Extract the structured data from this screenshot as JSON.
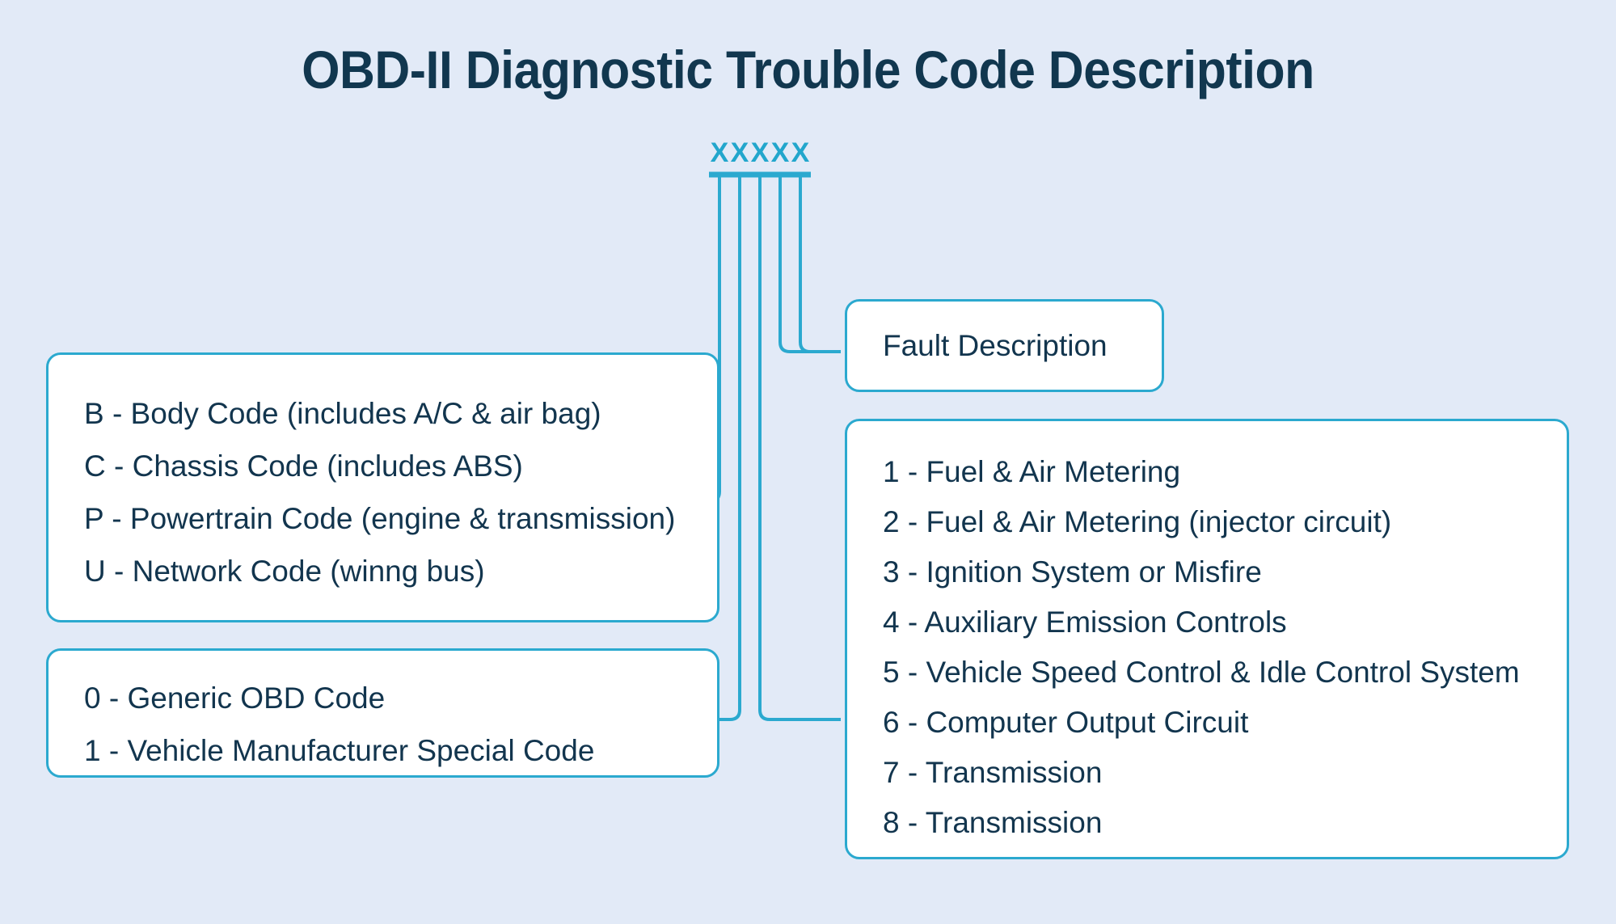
{
  "page": {
    "title": "OBD-II Diagnostic Trouble Code Description",
    "background_color": "#e2eaf7",
    "accent_color": "#2ba9cf",
    "text_color": "#12354e",
    "title_color": "#11374f"
  },
  "code_placeholder": {
    "characters": [
      "X",
      "X",
      "X",
      "X",
      "X"
    ],
    "color": "#22a6cc"
  },
  "boxes": {
    "letters": {
      "name": "first-character-codes",
      "rows": [
        "B - Body Code (includes A/C & air bag)",
        "C - Chassis Code (includes ABS)",
        "P - Powertrain Code (engine & transmission)",
        "U - Network Code (winng bus)"
      ]
    },
    "digits": {
      "name": "second-character-codes",
      "rows": [
        "0 - Generic OBD Code",
        "1 - Vehicle Manufacturer Special Code"
      ]
    },
    "fault": {
      "name": "fault-description",
      "label": "Fault Description"
    },
    "systems": {
      "name": "third-character-systems",
      "rows": [
        "1 - Fuel & Air Metering",
        "2 - Fuel & Air Metering (injector circuit)",
        "3 - Ignition System or Misfire",
        "4 - Auxiliary Emission Controls",
        "5 - Vehicle Speed Control & Idle Control System",
        "6 - Computer Output Circuit",
        "7 - Transmission",
        "8 - Transmission"
      ]
    }
  },
  "connectors": [
    {
      "name": "connector-char1-to-letters",
      "from_char": 1,
      "to_box": "letters"
    },
    {
      "name": "connector-char2-to-digits",
      "from_char": 2,
      "to_box": "digits"
    },
    {
      "name": "connector-char3-to-systems",
      "from_char": 3,
      "to_box": "systems"
    },
    {
      "name": "connector-char4-to-fault",
      "from_char": 4,
      "to_box": "fault"
    },
    {
      "name": "connector-char5-to-fault",
      "from_char": 5,
      "to_box": "fault"
    }
  ]
}
